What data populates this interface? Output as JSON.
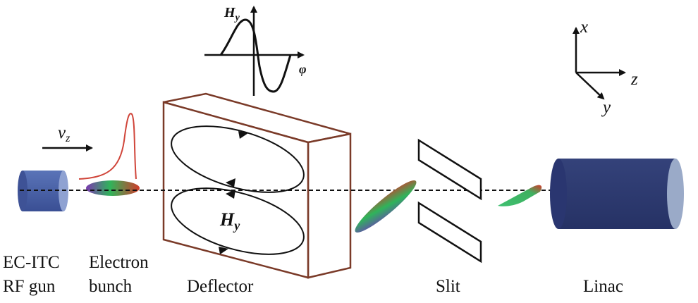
{
  "labels": {
    "gun_line1": "EC-ITC",
    "gun_line2": "RF gun",
    "bunch_line1": "Electron",
    "bunch_line2": "bunch",
    "deflector": "Deflector",
    "slit": "Slit",
    "linac": "Linac"
  },
  "symbols": {
    "velocity": "v",
    "velocity_sub": "z",
    "field": "H",
    "field_sub": "y",
    "phase": "φ",
    "axis_x": "x",
    "axis_y": "y",
    "axis_z": "z"
  },
  "colors": {
    "outline": "#111111",
    "deflector_edge": "#7a3a28",
    "rf_gun_fill": "#4a63a8",
    "linac_fill": "#2d3a6e",
    "linac_cap": "#9aaac8",
    "bunch_profile": "#d0453a",
    "bunch_red": "#d23a2a",
    "bunch_green": "#2fb45a",
    "bunch_purple": "#7a3ab0"
  }
}
